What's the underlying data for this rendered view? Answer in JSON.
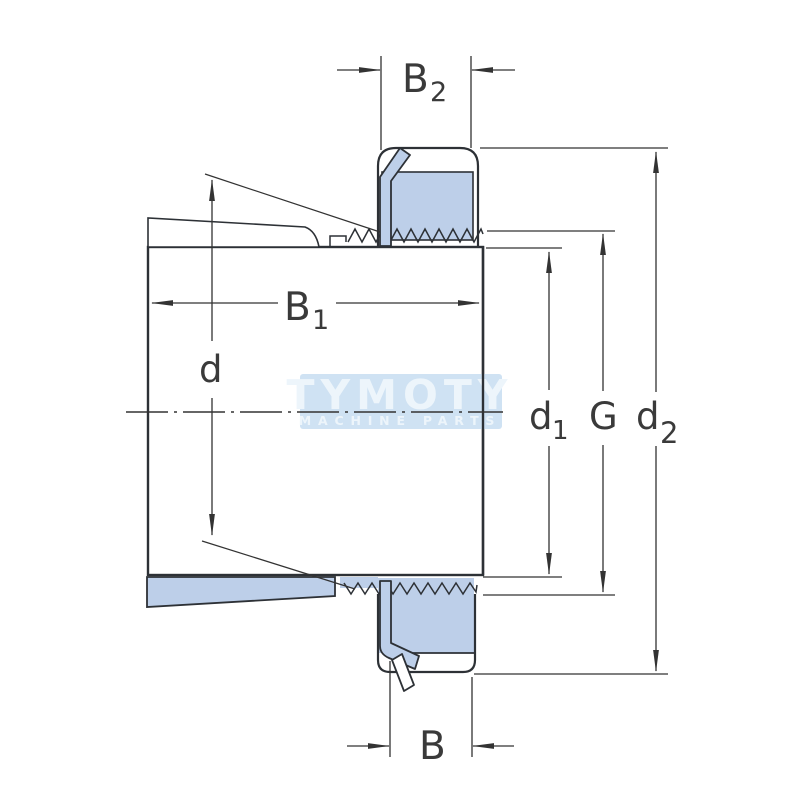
{
  "watermark": {
    "brand": "TYMOTY",
    "tagline": "MACHINE PARTS",
    "bg": "#cfe2f3",
    "text_color": "#edf5fb"
  },
  "drawing": {
    "type": "adapter-sleeve-technical-drawing",
    "fill_color": "#bdcfe9",
    "line_color": "#333333",
    "outline_color": "#2d3136",
    "labels": {
      "b2": {
        "main": "B",
        "sub": "2"
      },
      "b1": {
        "main": "B",
        "sub": "1"
      },
      "d": {
        "main": "d",
        "sub": ""
      },
      "d1": {
        "main": "d",
        "sub": "1"
      },
      "g": {
        "main": "G",
        "sub": ""
      },
      "d2": {
        "main": "d",
        "sub": "2"
      },
      "b": {
        "main": "B",
        "sub": ""
      }
    }
  }
}
